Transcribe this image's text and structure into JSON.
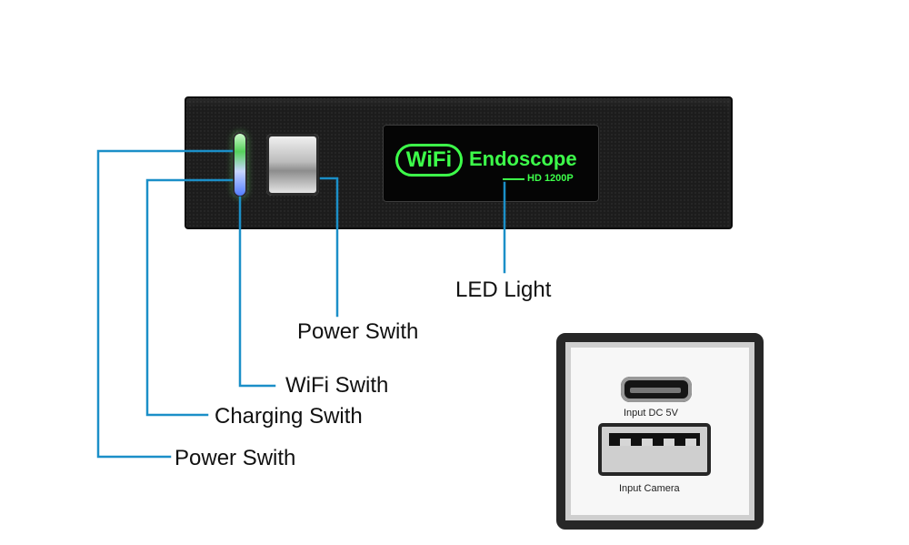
{
  "device": {
    "logo_text": "WiFi",
    "brand": "Endoscope",
    "resolution": "HD 1200P"
  },
  "labels": {
    "led_light": "LED Light",
    "power_swith_top": "Power Swith",
    "wifi_swith": "WiFi Swith",
    "charging_swith": "Charging Swith",
    "power_swith_bottom": "Power Swith"
  },
  "ports": {
    "input_dc": "Input DC 5V",
    "input_camera": "Input Camera"
  },
  "colors": {
    "callout_line": "#1b8fc8",
    "logo_green": "#3dff4a"
  }
}
